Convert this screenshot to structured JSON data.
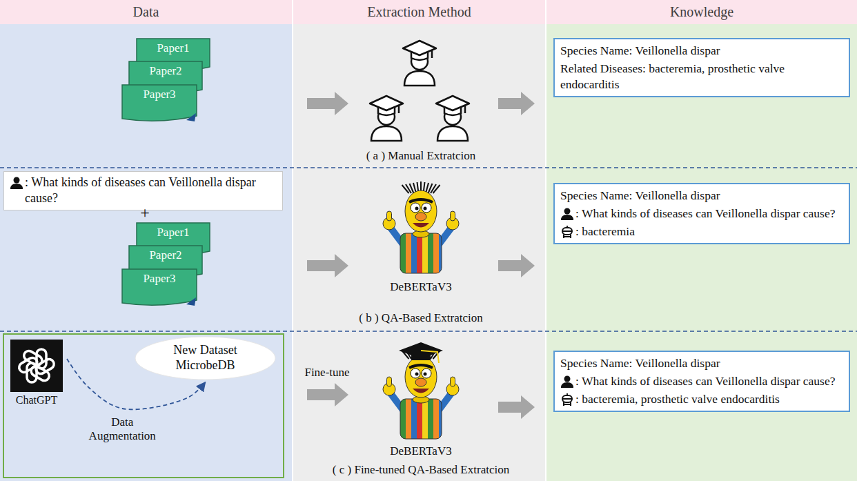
{
  "diagram": {
    "nodes": [
      {
        "text": [
          "Data"
        ]
      },
      {
        "text": [
          "Extraction Method"
        ]
      },
      {
        "text": [
          "Knowledge"
        ]
      },
      {
        "text": [
          "Paper1"
        ]
      },
      {
        "text": [
          "Paper2"
        ]
      },
      {
        "text": [
          "Paper3"
        ]
      },
      {
        "text": [
          "Species Name: Veillonella dispar",
          "Related Diseases: bacteremia, prosthetic valve endocarditis"
        ]
      },
      {
        "text": [
          ": What kinds of diseases can Veillonella dispar cause?"
        ]
      },
      {
        "text": [
          "Paper1"
        ]
      },
      {
        "text": [
          "Paper2"
        ]
      },
      {
        "text": [
          "Paper3"
        ]
      },
      {
        "text": [
          "Species Name: Veillonella dispar",
          ": What kinds of diseases can Veillonella dispar cause?",
          ": bacteremia"
        ]
      },
      {
        "text": [
          "ChatGPT"
        ]
      },
      {
        "text": [
          "New Dataset MicrobeDB"
        ]
      },
      {
        "text": [
          "Species Name: Veillonella dispar",
          ": What kinds of diseases can Veillonella dispar cause?",
          ": bacteremia, prosthetic valve endocarditis"
        ]
      }
    ],
    "edges": [
      {
        "from": 12,
        "to": 13,
        "label": "Data Augmentation",
        "arrow": "to"
      }
    ],
    "labels": [
      "( a ) Manual Extratcion",
      "+",
      "DeBERTaV3",
      "( b ) QA-Based Extratcion",
      "Fine-tune",
      "DeBERTaV3",
      "( c ) Fine-tuned QA-Based Extratcion"
    ]
  }
}
